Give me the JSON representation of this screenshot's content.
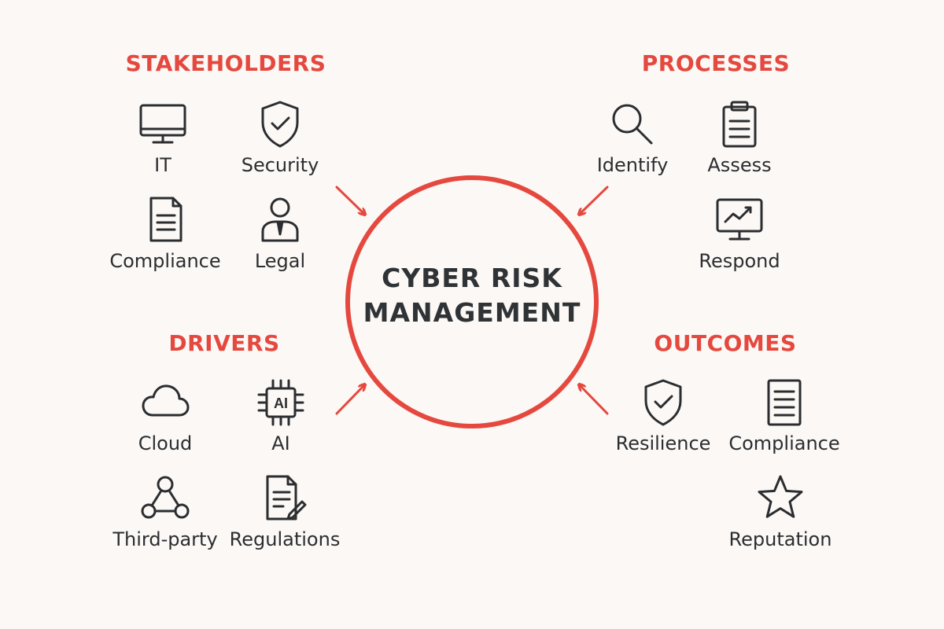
{
  "center": {
    "line1": "CYBER RISK",
    "line2": "MANAGEMENT"
  },
  "colors": {
    "accent": "#e5483e",
    "ink": "#2b2d30",
    "background": "#fbf8f5"
  },
  "groups": {
    "stakeholders": {
      "title": "STAKEHOLDERS",
      "items": [
        {
          "label": "IT",
          "icon": "monitor-icon"
        },
        {
          "label": "Security",
          "icon": "shield-check-icon"
        },
        {
          "label": "Compliance",
          "icon": "document-icon"
        },
        {
          "label": "Legal",
          "icon": "person-icon"
        }
      ]
    },
    "processes": {
      "title": "PROCESSES",
      "items": [
        {
          "label": "Identify",
          "icon": "magnifier-icon"
        },
        {
          "label": "Assess",
          "icon": "clipboard-icon"
        },
        {
          "label": "Respond",
          "icon": "monitor-chart-icon"
        }
      ]
    },
    "drivers": {
      "title": "DRIVERS",
      "items": [
        {
          "label": "Cloud",
          "icon": "cloud-icon"
        },
        {
          "label": "AI",
          "icon": "ai-chip-icon",
          "icon_text": "AI"
        },
        {
          "label": "Third-party",
          "icon": "network-icon"
        },
        {
          "label": "Regulations",
          "icon": "document-pen-icon"
        }
      ]
    },
    "outcomes": {
      "title": "OUTCOMES",
      "items": [
        {
          "label": "Resilience",
          "icon": "shield-check-icon"
        },
        {
          "label": "Compliance",
          "icon": "document-lines-icon"
        },
        {
          "label": "Reputation",
          "icon": "star-icon"
        }
      ]
    }
  }
}
